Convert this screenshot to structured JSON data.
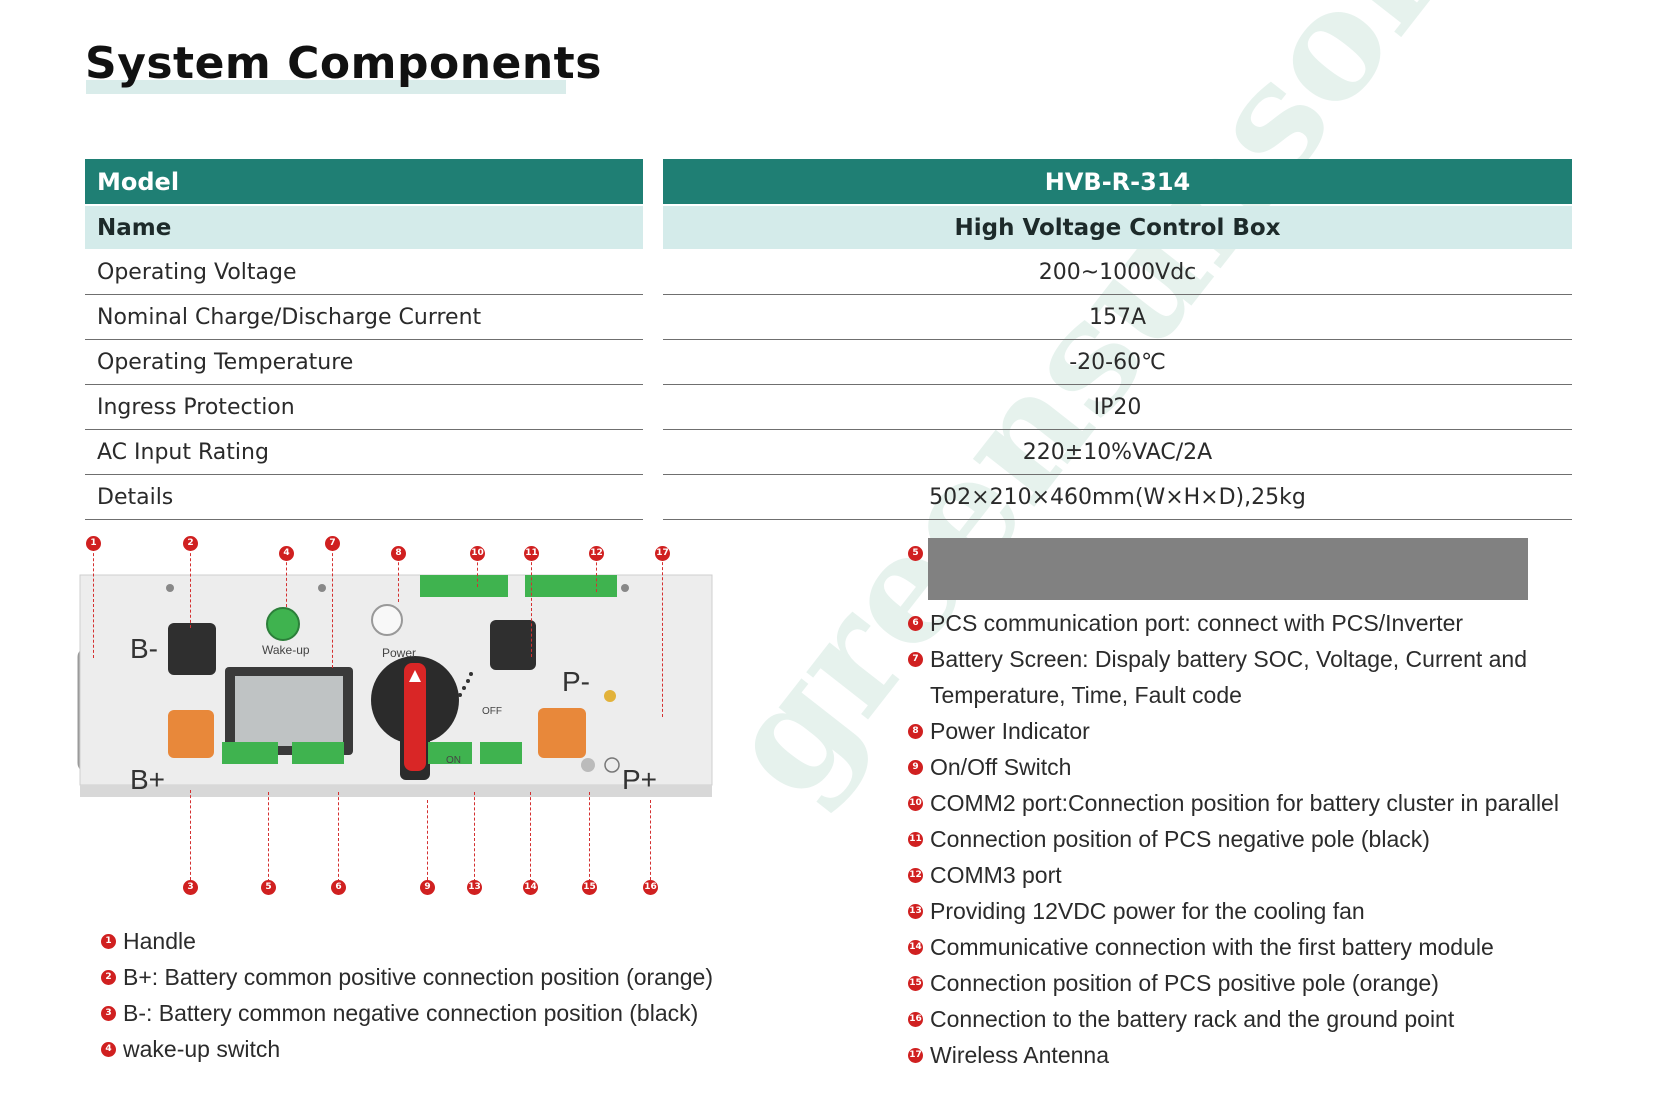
{
  "page_title": "System Components",
  "table": {
    "header": {
      "label": "Model",
      "value": "HVB-R-314"
    },
    "subheader": {
      "label": "Name",
      "value": "High Voltage Control Box"
    },
    "rows": [
      {
        "label": "Operating Voltage",
        "value": "200~1000Vdc"
      },
      {
        "label": "Nominal Charge/Discharge Current",
        "value": "157A"
      },
      {
        "label": "Operating Temperature",
        "value": "-20-60℃"
      },
      {
        "label": "Ingress Protection",
        "value": "IP20"
      },
      {
        "label": "AC Input Rating",
        "value": "220±10%VAC/2A"
      },
      {
        "label": "Details",
        "value": "502×210×460mm(W×H×D),25kg"
      }
    ]
  },
  "device_labels": {
    "b_minus": "B-",
    "b_plus": "B+",
    "p_minus": "P-",
    "p_plus": "P+",
    "wakeup": "Wake-up",
    "power": "Power",
    "off": "OFF",
    "on": "ON"
  },
  "callout_numbers": {
    "n1": "1",
    "n2": "2",
    "n3": "3",
    "n4": "4",
    "n5": "5",
    "n6": "6",
    "n7": "7",
    "n8": "8",
    "n9": "9",
    "n10": "10",
    "n11": "11",
    "n12": "12",
    "n13": "13",
    "n14": "14",
    "n15": "15",
    "n16": "16",
    "n17": "17"
  },
  "left_list": [
    {
      "num": "1",
      "text": "Handle"
    },
    {
      "num": "2",
      "text": "B+:  Battery common positive connection position (orange)"
    },
    {
      "num": "3",
      "text": "B-:  Battery common negative connection position (black)"
    },
    {
      "num": "4",
      "text": "wake-up switch"
    }
  ],
  "right_list": [
    {
      "num": "5",
      "text": ""
    },
    {
      "num": "6",
      "text": "PCS communication port:  connect with PCS/Inverter"
    },
    {
      "num": "7",
      "text": "Battery Screen: Dispaly battery SOC, Voltage, Current and"
    },
    {
      "num": "",
      "text": "Temperature, Time, Fault code"
    },
    {
      "num": "8",
      "text": "Power Indicator"
    },
    {
      "num": "9",
      "text": "On/Off Switch"
    },
    {
      "num": "10",
      "text": "COMM2 port:Connection position for battery cluster in parallel"
    },
    {
      "num": "11",
      "text": "Connection position of PCS negative pole (black)"
    },
    {
      "num": "12",
      "text": "COMM3 port"
    },
    {
      "num": "13",
      "text": "Providing 12VDC power for the cooling fan"
    },
    {
      "num": "14",
      "text": "Communicative connection with the first battery module"
    },
    {
      "num": "15",
      "text": "Connection position of PCS positive pole (orange)"
    },
    {
      "num": "16",
      "text": "Connection to the battery rack and the ground point"
    },
    {
      "num": "17",
      "text": " Wireless Antenna"
    }
  ],
  "watermark": "greensunsolar",
  "colors": {
    "header": "#1f7f74",
    "subheader": "#d4ebea",
    "callout": "#d02020",
    "orange": "#e8883a",
    "green": "#3fb34f"
  }
}
